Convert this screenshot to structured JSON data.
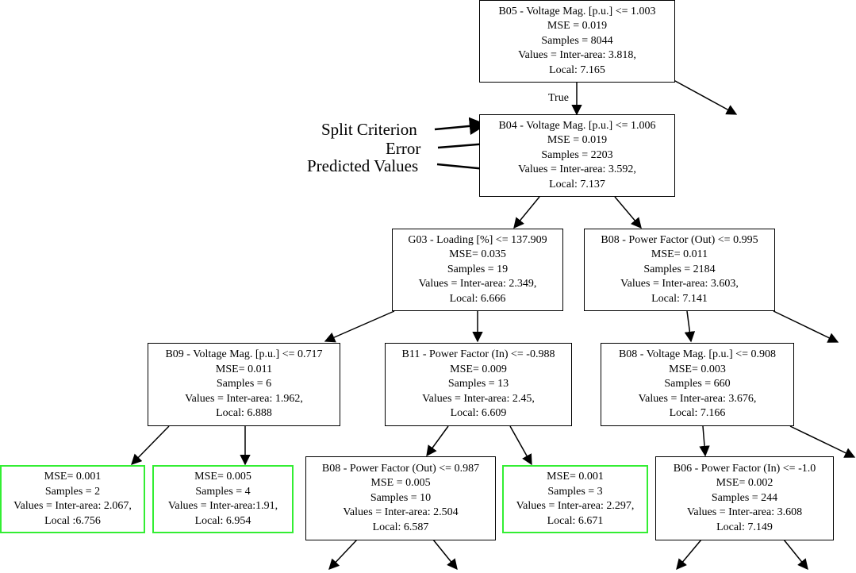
{
  "annotations": {
    "split_criterion": "Split Criterion",
    "error": "Error",
    "predicted_values": "Predicted Values",
    "true_label": "True"
  },
  "colors": {
    "leaf_border": "#33ee33",
    "node_border": "#000000"
  },
  "nodes": {
    "root": {
      "lines": [
        "B05 - Voltage Mag. [p.u.] <= 1.003",
        "MSE = 0.019",
        "Samples = 8044",
        "Values = Inter-area: 3.818,",
        "Local: 7.165"
      ]
    },
    "n1": {
      "lines": [
        "B04 - Voltage Mag. [p.u.] <= 1.006",
        "MSE = 0.019",
        "Samples = 2203",
        "Values = Inter-area: 3.592,",
        "Local: 7.137"
      ]
    },
    "n2": {
      "lines": [
        "G03 - Loading [%] <= 137.909",
        "MSE= 0.035",
        "Samples = 19",
        "Values = Inter-area: 2.349,",
        "Local: 6.666"
      ]
    },
    "n3": {
      "lines": [
        "B08 - Power Factor (Out) <= 0.995",
        "MSE= 0.011",
        "Samples = 2184",
        "Values = Inter-area: 3.603,",
        "Local: 7.141"
      ]
    },
    "n4": {
      "lines": [
        "B09 - Voltage Mag. [p.u.] <= 0.717",
        "MSE= 0.011",
        "Samples = 6",
        "Values = Inter-area: 1.962,",
        "Local: 6.888"
      ]
    },
    "n5": {
      "lines": [
        "B11 - Power Factor (In) <= -0.988",
        "MSE= 0.009",
        "Samples = 13",
        "Values = Inter-area: 2.45,",
        "Local: 6.609"
      ]
    },
    "n6": {
      "lines": [
        "B08 - Voltage Mag. [p.u.] <= 0.908",
        "MSE= 0.003",
        "Samples = 660",
        "Values = Inter-area: 3.676,",
        "Local: 7.166"
      ]
    },
    "leaf1": {
      "lines": [
        "MSE= 0.001",
        "Samples = 2",
        "Values = Inter-area: 2.067,",
        "Local :6.756"
      ]
    },
    "leaf2": {
      "lines": [
        "MSE= 0.005",
        "Samples = 4",
        "Values = Inter-area:1.91,",
        "Local: 6.954"
      ]
    },
    "n7": {
      "lines": [
        "B08 - Power Factor (Out) <= 0.987",
        "MSE = 0.005",
        "Samples = 10",
        "Values = Inter-area: 2.504",
        "Local: 6.587"
      ]
    },
    "leaf3": {
      "lines": [
        "MSE= 0.001",
        "Samples = 3",
        "Values = Inter-area: 2.297,",
        "Local: 6.671"
      ]
    },
    "n8": {
      "lines": [
        "B06 - Power Factor (In) <= -1.0",
        "MSE= 0.002",
        "Samples = 244",
        "Values = Inter-area: 3.608",
        "Local: 7.149"
      ]
    }
  }
}
